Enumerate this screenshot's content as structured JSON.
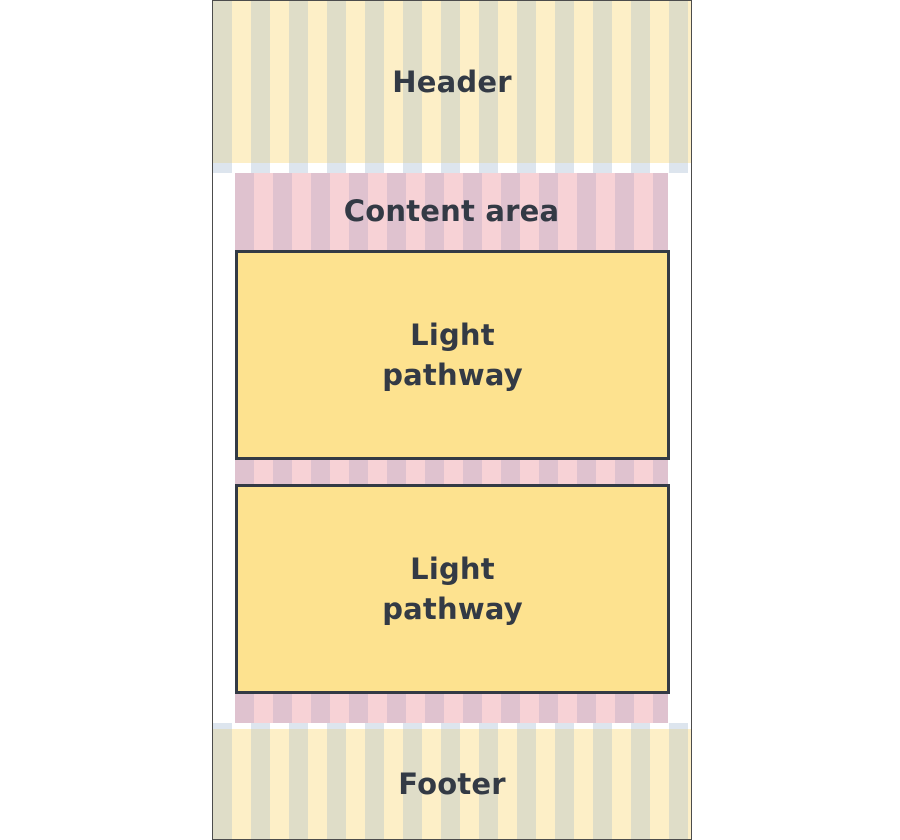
{
  "header": {
    "label": "Header"
  },
  "content": {
    "label": "Content area",
    "pathways": [
      {
        "label": "Light pathway"
      },
      {
        "label": "Light pathway"
      }
    ]
  },
  "footer": {
    "label": "Footer"
  },
  "colors": {
    "header_footer_band": "#fdefc7",
    "content_band": "#f7d2d6",
    "pathway_fill": "#fde28f",
    "pathway_border": "#333a45",
    "text": "#333a45"
  }
}
